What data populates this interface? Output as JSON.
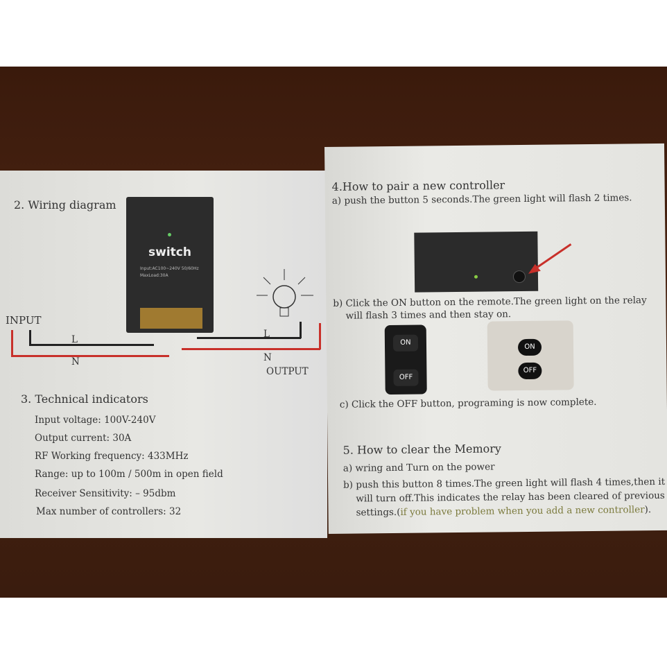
{
  "left_page": {
    "wiring_title": "2. Wiring diagram",
    "device": {
      "label": "switch",
      "spec_input": "Input:AC100~240V 50/60Hz",
      "spec_load": "MaxLoad:30A"
    },
    "labels": {
      "input": "INPUT",
      "l_in": "L",
      "n_in": "N",
      "l_out": "L",
      "n_out": "N",
      "output": "OUTPUT"
    },
    "tech_title": "3. Technical indicators",
    "tech_items": [
      "Input voltage: 100V-240V",
      "Output current: 30A",
      "RF Working frequency: 433MHz",
      "Range: up to 100m / 500m in open field",
      "Receiver Sensitivity: – 95dbm",
      "Max number of controllers: 32"
    ]
  },
  "right_page": {
    "pair_title": "4.How to pair a new controller",
    "pair_a": "a) push the button  5 seconds.The green light will flash 2 times.",
    "pair_b1": "b) Click the ON button on the remote.The green light on the relay",
    "pair_b2": "will flash 3 times and then stay on.",
    "remote": {
      "on": "ON",
      "off": "OFF"
    },
    "pair_c": "c) Click the OFF button, programing is now complete.",
    "clear_title": "5. How to clear the Memory",
    "clear_a": "a) wring and Turn on the power",
    "clear_b1": "b) push this button 8 times.The green light will flash 4 times,then it",
    "clear_b2": "will turn off.This indicates the relay has been cleared of previous",
    "clear_b3_start": "settings.(",
    "clear_b3_note": "if you have problem when you add a new controller",
    "clear_b3_end": ")."
  },
  "colors": {
    "wire_red": "#c8302a",
    "wire_black": "#222222",
    "arrow": "#c8302a",
    "note": "#7b7a3c"
  }
}
